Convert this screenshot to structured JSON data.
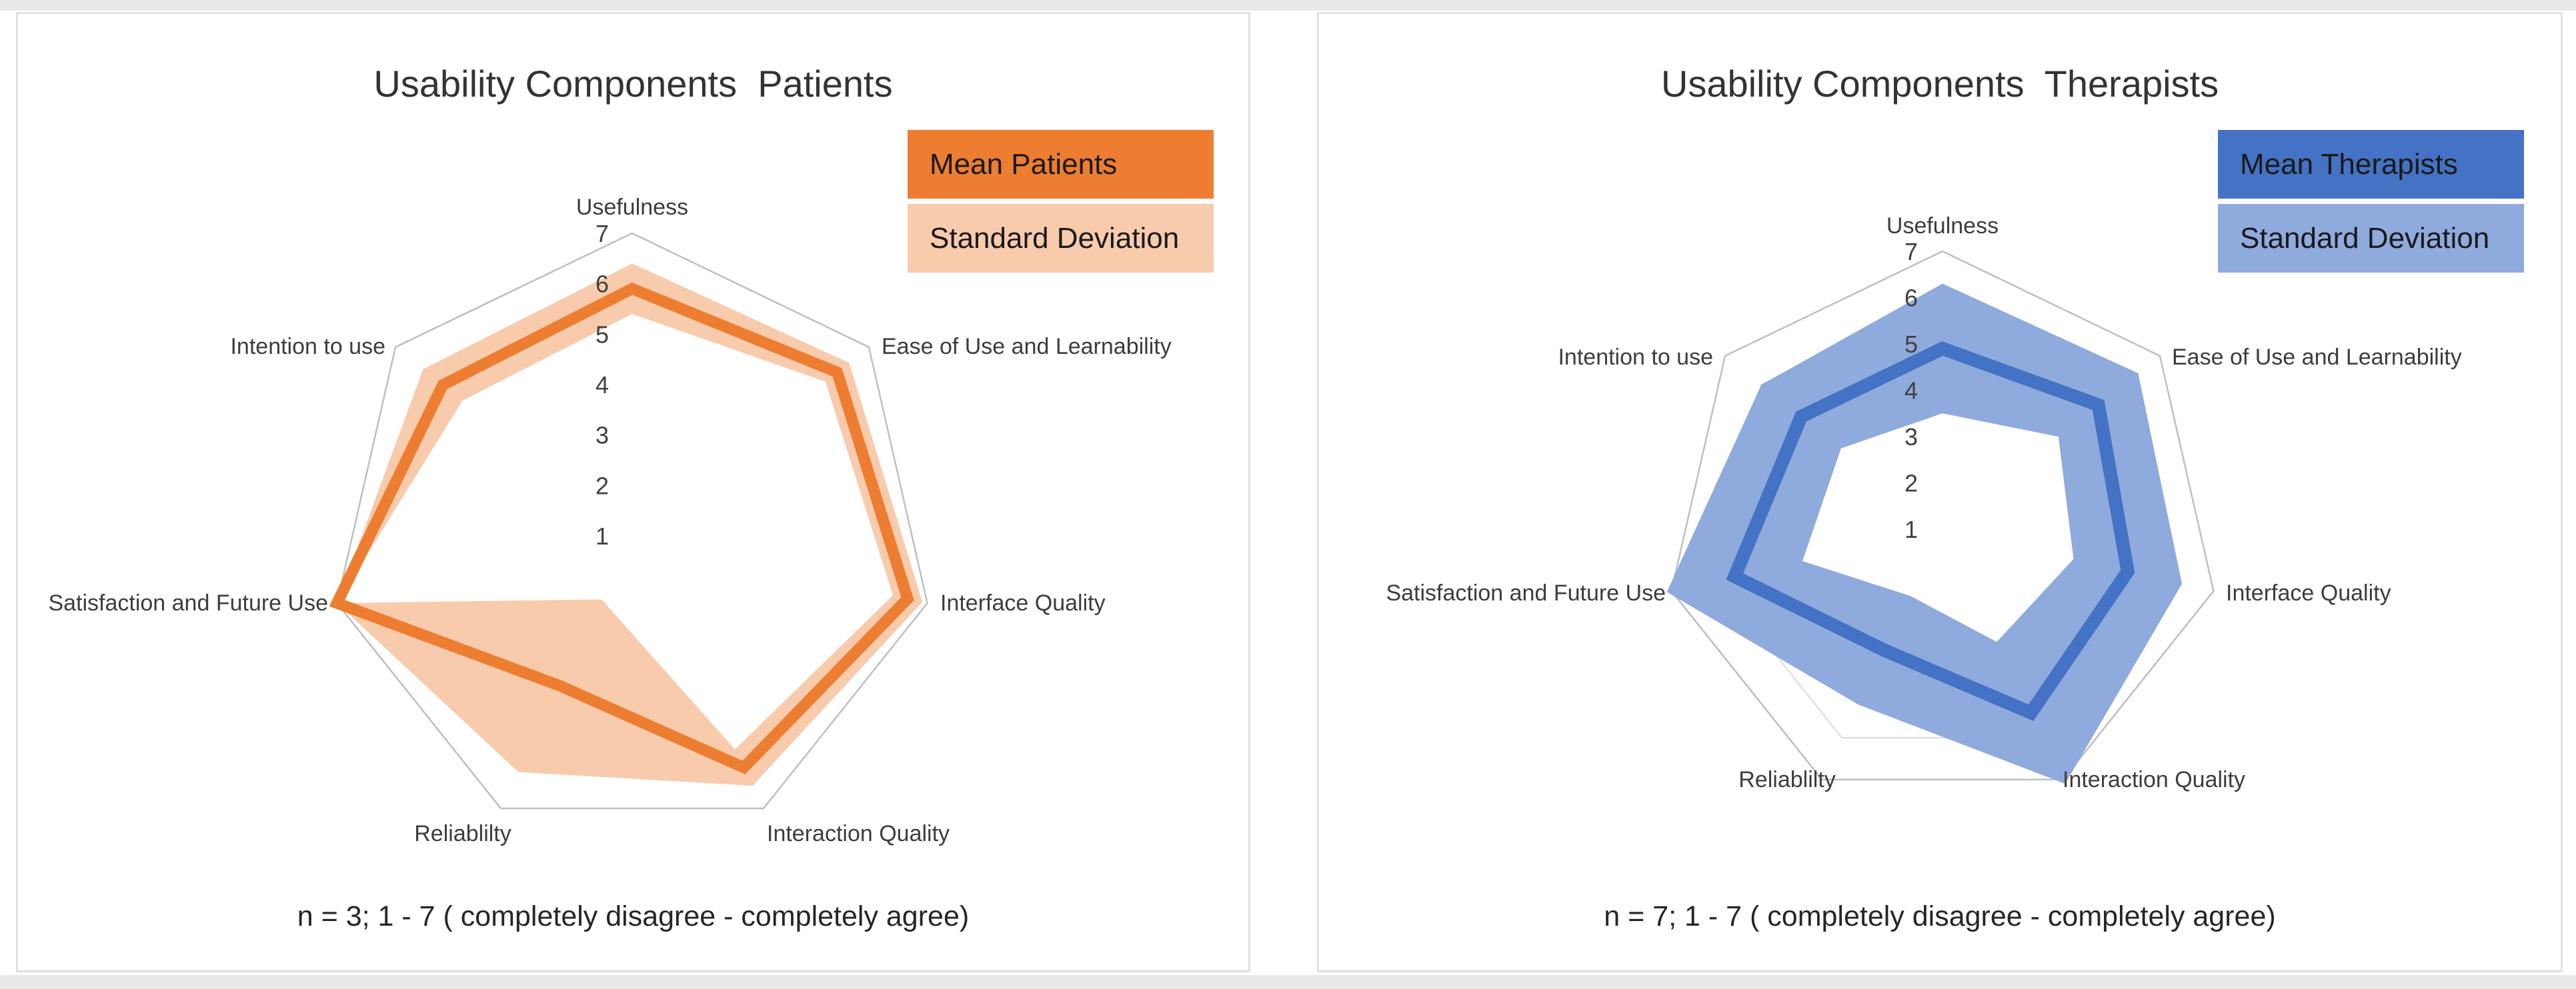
{
  "page": {
    "background": "#ffffff",
    "frame_strip_color": "#e9e9e9",
    "panel_border_color": "#e1e1e1"
  },
  "chart_data": [
    {
      "type": "radar",
      "title": "Usability Components  Patients",
      "caption": "n = 3; 1 - 7 ( completely disagree - completely agree)",
      "sample_size": 3,
      "axis": {
        "min": 1,
        "max": 7,
        "ticks": [
          1,
          2,
          3,
          4,
          5,
          6,
          7
        ]
      },
      "layout_hints": {
        "grid": "concentric heptagon rings, no radial spokes",
        "legend_position": "top-right",
        "band_meaning": "mean plus/minus standard deviation"
      },
      "categories": [
        "Usefulness",
        "Ease of Use and Learnability",
        "Interface Quality",
        "Interaction Quality",
        "Reliablilty",
        "Satisfaction and Future Use",
        "Intention to use"
      ],
      "series": [
        {
          "name": "Mean Patients",
          "role": "mean",
          "color": "#ED7D31",
          "values": [
            5.9,
            6.2,
            6.6,
            6.1,
            4.3,
            7.0,
            5.8
          ]
        },
        {
          "name": "Standard Deviation",
          "role": "band",
          "color": "#F8CBAD",
          "values": [
            0.5,
            0.3,
            0.3,
            0.4,
            1.9,
            0.0,
            0.5
          ]
        }
      ],
      "grid_color": "#DADADA",
      "outer_ring_color": "#BFBFBF",
      "tick_color": "#404040",
      "label_color": "#3d3d3d"
    },
    {
      "type": "radar",
      "title": "Usability Components  Therapists",
      "caption": "n = 7; 1 - 7 ( completely disagree - completely agree)",
      "sample_size": 7,
      "axis": {
        "min": 1,
        "max": 7,
        "ticks": [
          1,
          2,
          3,
          4,
          5,
          6,
          7
        ]
      },
      "layout_hints": {
        "grid": "concentric heptagon rings, no radial spokes",
        "legend_position": "top-right",
        "band_meaning": "mean plus/minus standard deviation"
      },
      "categories": [
        "Usefulness",
        "Ease of Use and Learnability",
        "Interface Quality",
        "Interaction Quality",
        "Reliablilty",
        "Satisfaction and Future Use",
        "Intention to use"
      ],
      "series": [
        {
          "name": "Mean Therapists",
          "role": "mean",
          "color": "#4472C4",
          "values": [
            4.9,
            5.3,
            5.1,
            5.4,
            3.9,
            5.6,
            4.9
          ]
        },
        {
          "name": "Standard Deviation",
          "role": "band",
          "color": "#8FAADC",
          "values": [
            1.4,
            1.1,
            1.2,
            1.7,
            1.3,
            1.5,
            1.1
          ]
        }
      ],
      "grid_color": "#DADADA",
      "outer_ring_color": "#BFBFBF",
      "tick_color": "#404040",
      "label_color": "#3d3d3d"
    }
  ]
}
